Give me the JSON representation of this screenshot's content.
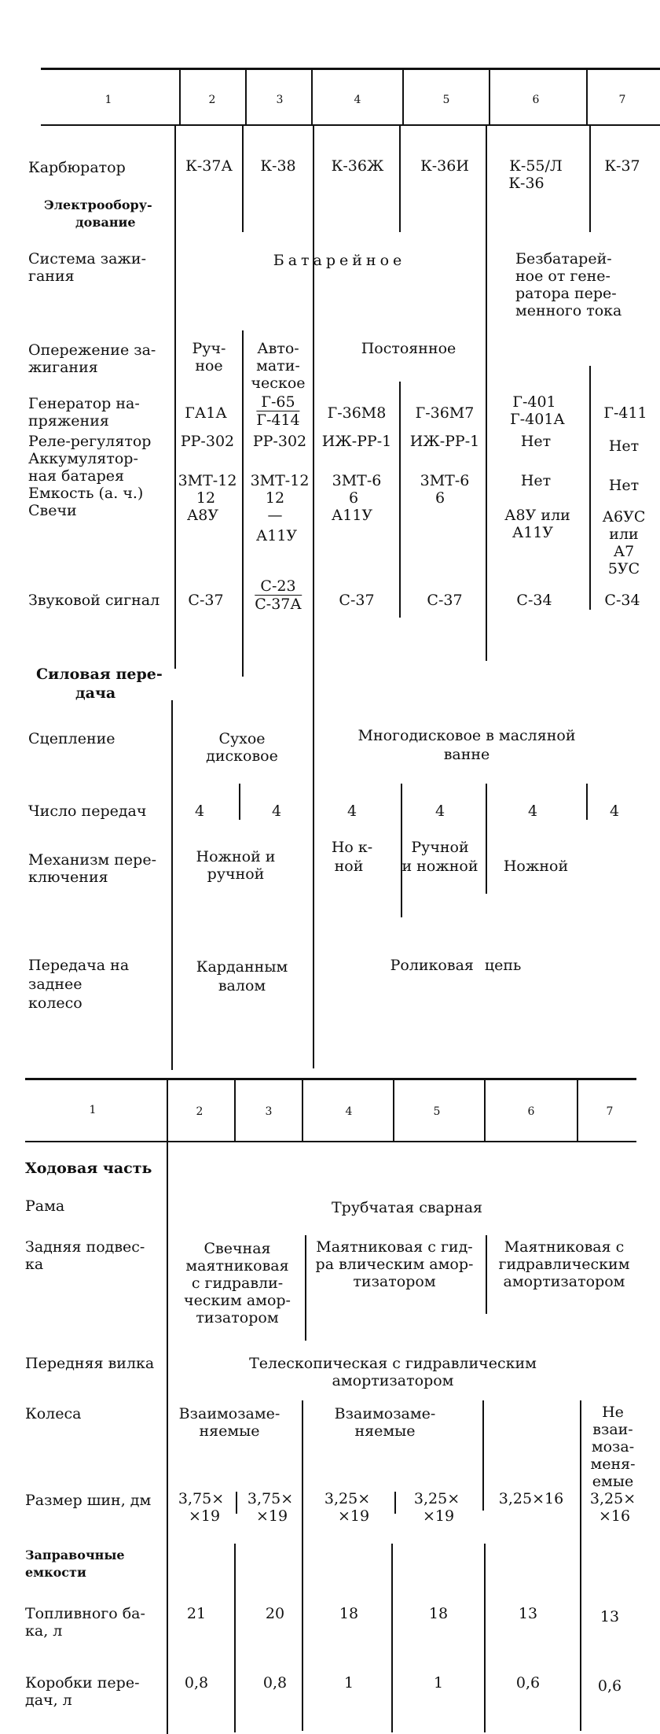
{
  "table1": {
    "header": [
      "1",
      "2",
      "3",
      "4",
      "5",
      "6",
      "7"
    ],
    "rows": {
      "carb": {
        "label": "Карбюратор",
        "v2": "К-37А",
        "v3": "К-38",
        "v4": "К-36Ж",
        "v5": "К-36И",
        "v6a": "К-55/Л",
        "v6b": "К-36",
        "v7": "К-37"
      },
      "elec_title": [
        "Электрообору-",
        "дование"
      ],
      "ignition": {
        "label": [
          "Система зажи-",
          "гания"
        ],
        "span": "Батарейное",
        "v6": [
          "Безбатарей-",
          "ное от гене-",
          "ратора пере-",
          "менного тока"
        ]
      },
      "advance": {
        "label": [
          "Опережение за-",
          "жигания"
        ],
        "v2": [
          "Руч-",
          "ное"
        ],
        "v3": [
          "Авто-",
          "мати-",
          "ческое"
        ],
        "span45": "Постоянное"
      },
      "generator": {
        "label": [
          "Генератор на-",
          "пряжения"
        ],
        "v2": "ГА1А",
        "v3_top": "Г-65",
        "v3_bot": "Г-414",
        "v4": "Г-36М8",
        "v5": "Г-36М7",
        "v6": [
          "Г-401",
          "Г-401А"
        ],
        "v7": "Г-411"
      },
      "regulator": {
        "label": "Реле-регулятор",
        "v2": "РР-302",
        "v3": "РР-302",
        "v4": "ИЖ-РР-1",
        "v5": "ИЖ-РР-1",
        "v6": "Нет",
        "v7": "Нет"
      },
      "battery": {
        "label": [
          "Аккумулятор-",
          "ная батарея"
        ],
        "v2": "3МТ-12",
        "v3": "3МТ-12",
        "v4": "3МТ-6",
        "v5": "3МТ-6",
        "v6": "Нет",
        "v7": "Нет"
      },
      "capacity": {
        "label": "Емкость (а. ч.)",
        "v2": "12",
        "v3": "12",
        "v4": "6",
        "v5": "6"
      },
      "plugs": {
        "label": "Свечи",
        "v2": "А8У",
        "v3": [
          "—",
          "А11У"
        ],
        "v4": "А11У",
        "v6": [
          "А8У или",
          "А11У"
        ],
        "v7": [
          "А6УС",
          "или",
          "А7",
          "5УС"
        ]
      },
      "horn": {
        "label": "Звуковой сигнал",
        "v2": "С-37",
        "v3_top": "С-23",
        "v3_bot": "С-37А",
        "v4": "С-37",
        "v5": "С-37",
        "v6": "С-34",
        "v7": "С-34"
      },
      "power_title": [
        "Силовая пере-",
        "дача"
      ],
      "clutch": {
        "label": "Сцепление",
        "v23": [
          "Сухое",
          "дисковое"
        ],
        "v47": [
          "Многодисковое в масляной",
          "ванне"
        ]
      },
      "gears": {
        "label": "Число передач",
        "v2": "4",
        "v3": "4",
        "v4": "4",
        "v5": "4",
        "v6": "4",
        "v7": "4"
      },
      "shift": {
        "label": [
          "Механизм пере-",
          "ключения"
        ],
        "v23": [
          "Ножной и",
          "ручной"
        ],
        "v4": [
          "Но к-",
          "ной"
        ],
        "v5": [
          "Ручной",
          "и ножной"
        ],
        "v67": "Ножной"
      },
      "drive": {
        "label": [
          "Передача на",
          "заднее",
          "колесо"
        ],
        "v23": [
          "Карданным",
          "валом"
        ],
        "v47": "Роликовая цепь"
      }
    }
  },
  "table2": {
    "header": [
      "1",
      "2",
      "3",
      "4",
      "5",
      "6",
      "7"
    ],
    "rows": {
      "chassis_title": "Ходовая часть",
      "frame": {
        "label": "Рама",
        "span": "Трубчатая сварная"
      },
      "rear": {
        "label": [
          "Задняя подвес-",
          "ка"
        ],
        "v23": [
          "Свечная",
          "маятниковая",
          "с гидравли-",
          "ческим амор-",
          "тизатором"
        ],
        "v45": [
          "Маятниковая с гид-",
          "ра влическим амор-",
          "тизатором"
        ],
        "v67": [
          "Маятниковая с",
          "гидравлическим",
          "амортизатором"
        ]
      },
      "fork": {
        "label": "Передняя вилка",
        "span": [
          "Телескопическая с гидравлическим",
          "амортизатором"
        ]
      },
      "wheels": {
        "label": "Колеса",
        "v23": [
          "Взаимозаме-",
          "няемые"
        ],
        "v45": [
          "Взаимозаме-",
          "няемые"
        ],
        "v7": [
          "Не",
          "взаи-",
          "моза-",
          "меня-",
          "емые"
        ]
      },
      "tires": {
        "label": "Размер шин, дм",
        "v2": [
          "3,75×",
          "×19"
        ],
        "v3": [
          "3,75×",
          "×19"
        ],
        "v4": [
          "3,25×",
          "×19"
        ],
        "v5": [
          "3,25×",
          "×19"
        ],
        "v6": "3,25×16",
        "v7": [
          "3,25×",
          "×16"
        ]
      },
      "fill_title": [
        "Заправочные",
        "емкости"
      ],
      "tank": {
        "label": [
          "Топливного ба-",
          "ка, л"
        ],
        "v2": "21",
        "v3": "20",
        "v4": "18",
        "v5": "18",
        "v6": "13",
        "v7": "13"
      },
      "gearbox": {
        "label": [
          "Коробки пере-",
          "дач, л"
        ],
        "v2": "0,8",
        "v3": "0,8",
        "v4": "1",
        "v5": "1",
        "v6": "0,6",
        "v7": "0,6"
      }
    }
  }
}
